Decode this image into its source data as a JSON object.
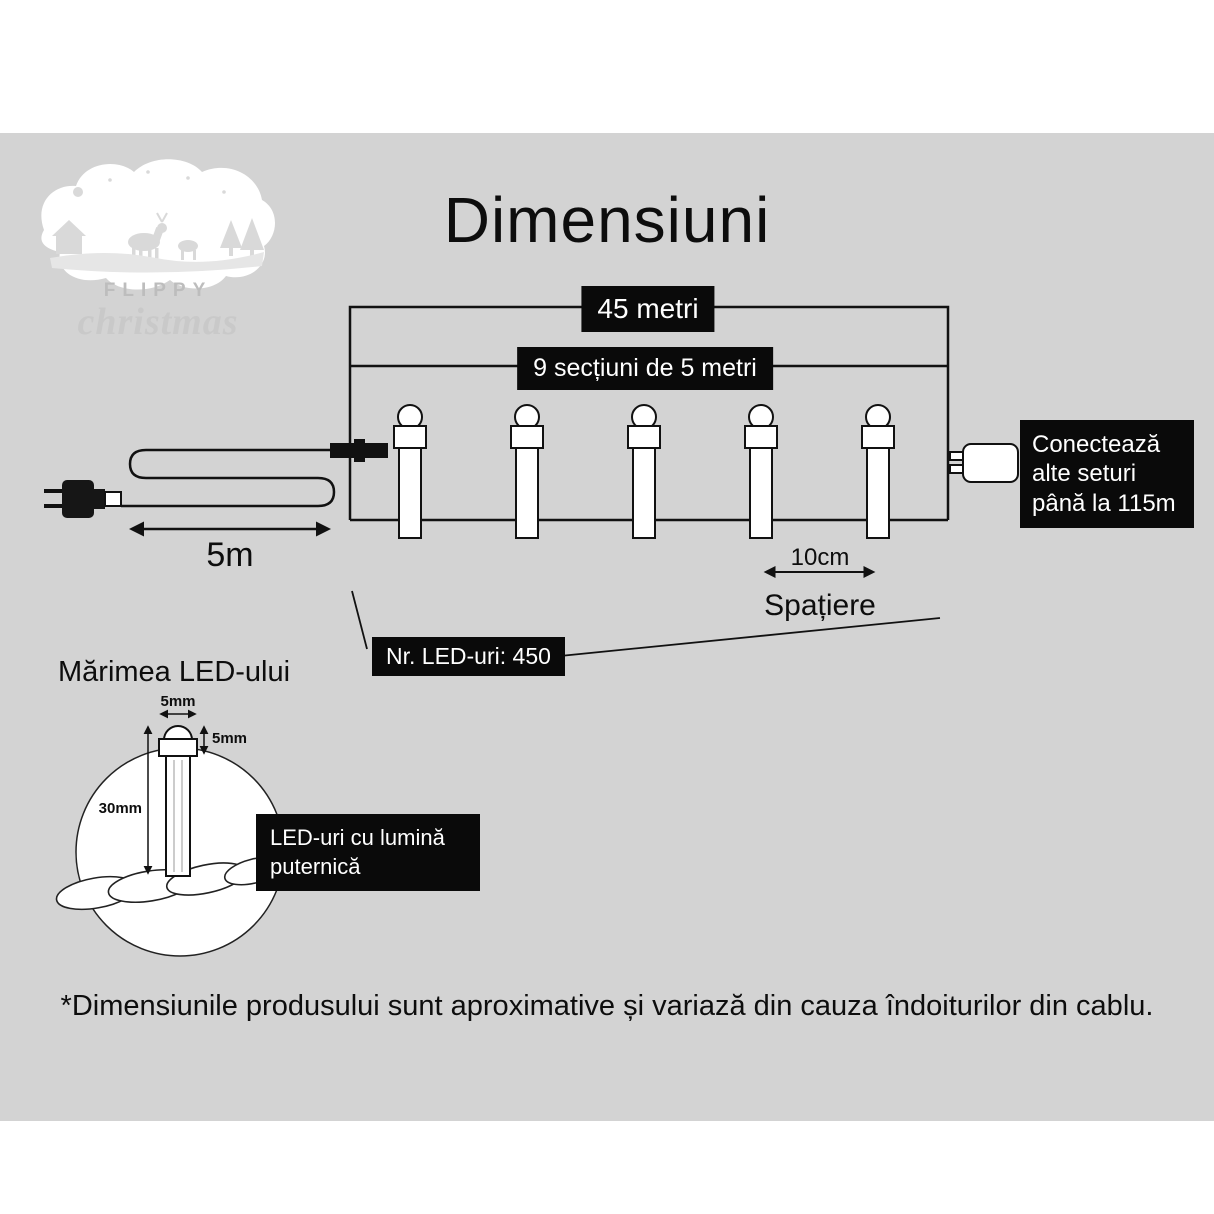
{
  "page": {
    "title": "Dimensiuni",
    "panel_color": "#d3d3d3",
    "box_color": "#0a0a0a",
    "footnote": "*Dimensiunile produsului sunt aproximative și variază din cauza îndoiturilor din cablu."
  },
  "logo": {
    "brand": "FLIPPY",
    "script": "christmas"
  },
  "diagram": {
    "total_length": "45 metri",
    "sections": "9 secțiuni de 5 metri",
    "lead_length": "5m",
    "connector_note": "Conectează alte seturi până la 115m",
    "spacing_value": "10cm",
    "spacing_label": "Spațiere",
    "led_count": "Nr. LED-uri: 450"
  },
  "led_detail": {
    "title": "Mărimea LED-ului",
    "width": "5mm",
    "tip_height": "5mm",
    "length": "30mm",
    "callout": "LED-uri cu lumină puternică"
  }
}
